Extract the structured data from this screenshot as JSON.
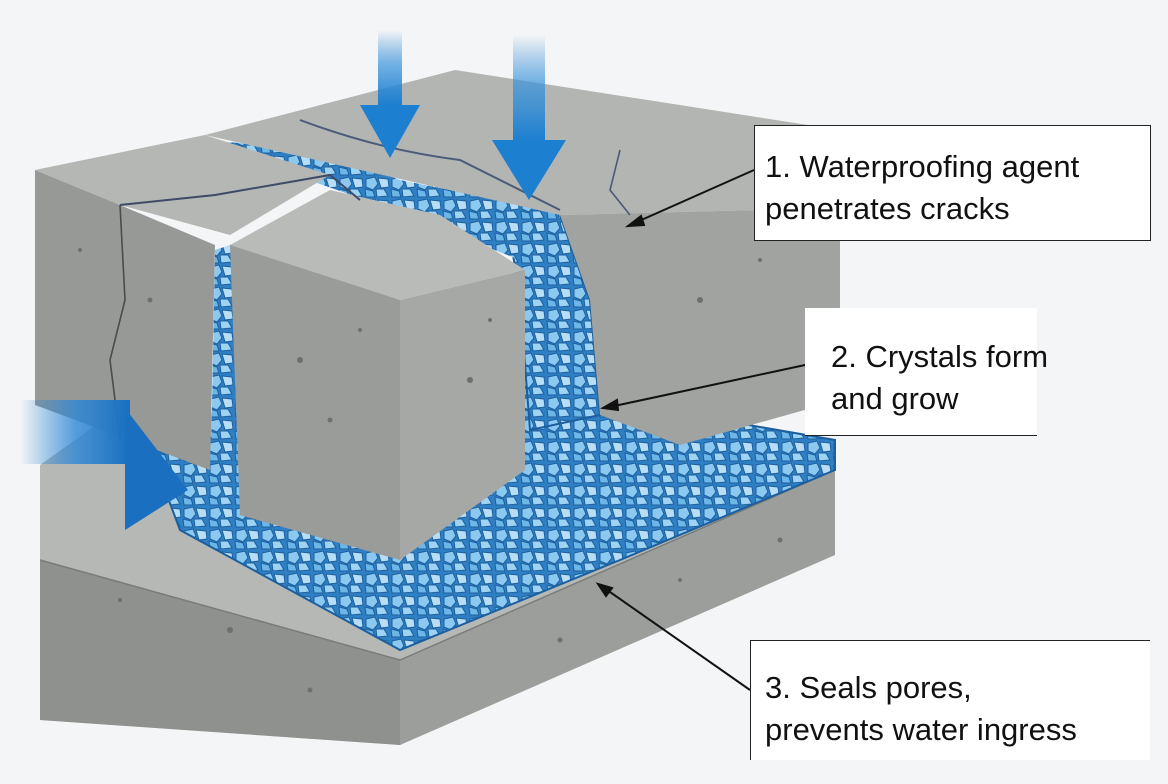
{
  "labels": {
    "step1": {
      "line1": "1. Waterproofing agent",
      "line2": "penetrates cracks"
    },
    "step2": {
      "line1": "2. Crystals form",
      "line2": "and grow"
    },
    "step3": {
      "line1": "3. Seals pores,",
      "line2": "prevents water ingress"
    }
  },
  "colors": {
    "background": "#f4f5f6",
    "concrete_top": "#aeb0ad",
    "concrete_side": "#9d9f9c",
    "concrete_front": "#8f918e",
    "crystal": "#5aa9e0",
    "crystal_dark": "#1f6fb0",
    "arrow_blue": "#1d7fd0"
  },
  "icons": {
    "water_arrow": "down-arrow-icon",
    "side_arrow": "right-arrow-icon"
  }
}
